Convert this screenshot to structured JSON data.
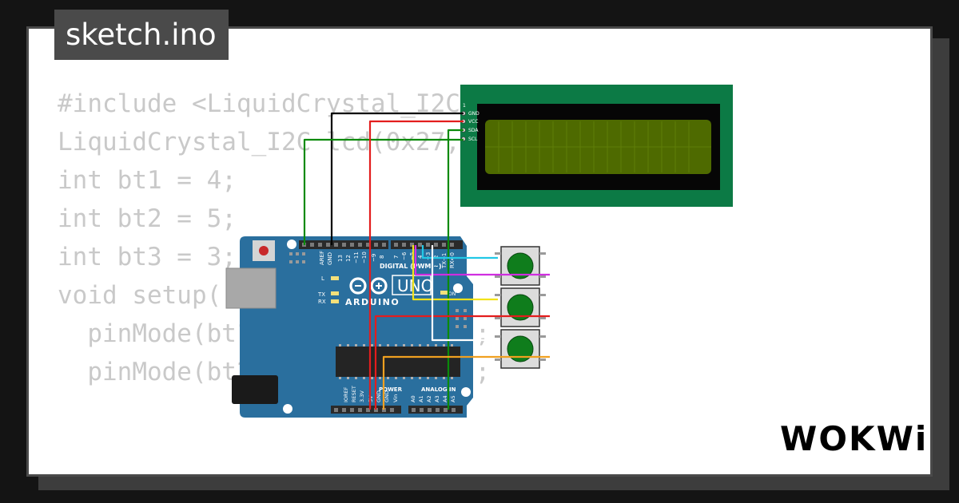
{
  "tab": {
    "title": "sketch.ino"
  },
  "code": {
    "lines": [
      "#include <LiquidCrystal_I2C.h>",
      "",
      "LiquidCrystal_I2C lcd(0x27, 16, 2);",
      "",
      "int bt1 = 4;",
      "int bt2 = 5;",
      "int bt3 = 3;",
      "",
      "void setup() {",
      "  pinMode(bt1, INPUT_PULLUP);",
      "  pinMode(bt2, INPUT_PULLUP);"
    ]
  },
  "board": {
    "brand": "ARDUINO",
    "model": "UNO",
    "digital_label": "DIGITAL (PWM ~)",
    "power_label": "POWER",
    "analog_label": "ANALOG IN",
    "led_l": "L",
    "led_tx": "TX",
    "led_rx": "RX",
    "on_label": "ON",
    "top_pins": [
      "AREF",
      "GND",
      "13",
      "12",
      "~11",
      "~10",
      "~9",
      "8",
      "7",
      "~6",
      "~5",
      "4",
      "~3",
      "2",
      "TX→1",
      "RX←0"
    ],
    "power_pins": [
      "IOREF",
      "RESET",
      "3.3V",
      "5V",
      "GND",
      "GND",
      "Vin"
    ],
    "analog_pins": [
      "A0",
      "A1",
      "A2",
      "A3",
      "A4",
      "A5"
    ]
  },
  "lcd": {
    "pins": [
      "GND",
      "VCC",
      "SDA",
      "SCL"
    ],
    "pin_one": "1"
  },
  "logo": {
    "text": "WOKWi"
  },
  "colors": {
    "board": "#2a6f9e",
    "lcd_pcb": "#0c7a45",
    "lcd_screen": "#4e6a00",
    "button_cap": "#0f7d1c",
    "wire_black": "#000000",
    "wire_red": "#e31d1d",
    "wire_green": "#0a8a0a",
    "wire_cyan": "#22c8e6",
    "wire_magenta": "#d02ee0",
    "wire_yellow": "#f2e21a",
    "wire_white": "#ffffff",
    "wire_orange": "#f0a020"
  }
}
